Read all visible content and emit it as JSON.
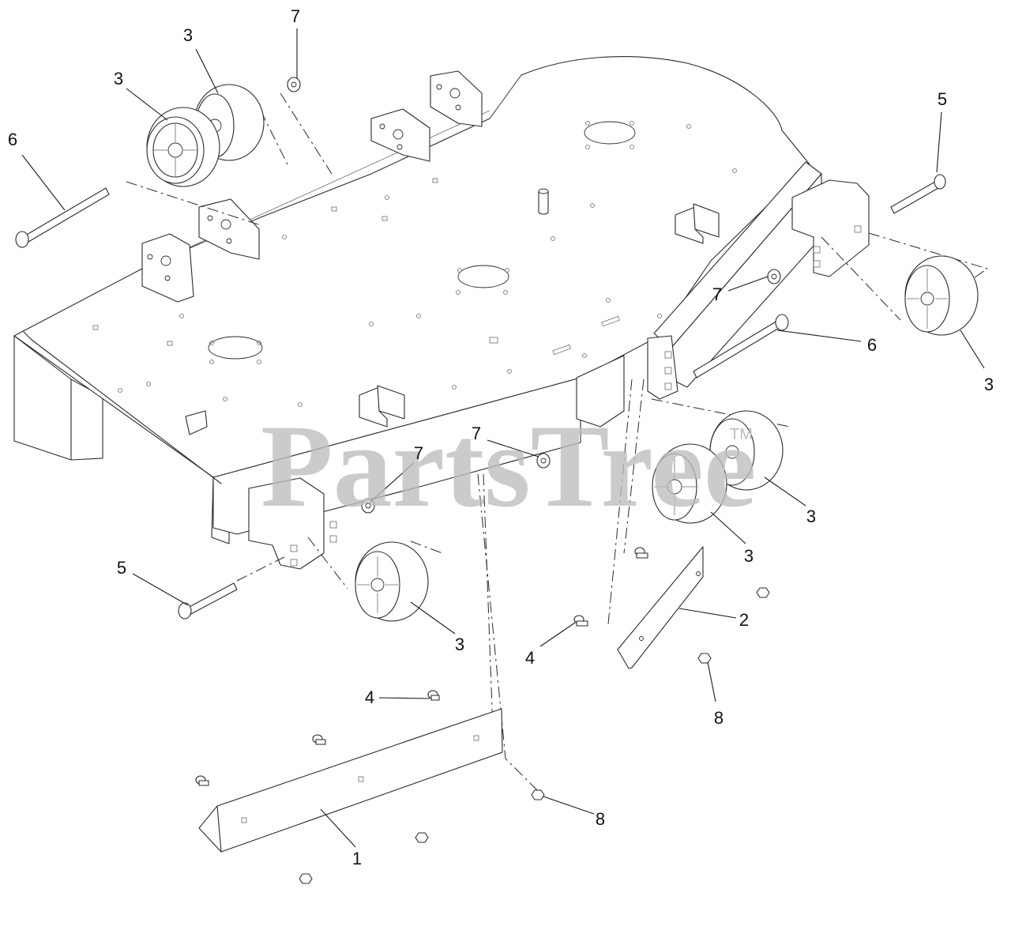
{
  "watermark": {
    "text": "PartsTree",
    "trademark": "TM"
  },
  "callouts": [
    {
      "id": "c-3-a",
      "label": "3"
    },
    {
      "id": "c-3-b",
      "label": "3"
    },
    {
      "id": "c-7-a",
      "label": "7"
    },
    {
      "id": "c-6-a",
      "label": "6"
    },
    {
      "id": "c-5-a",
      "label": "5"
    },
    {
      "id": "c-7-b",
      "label": "7"
    },
    {
      "id": "c-6-b",
      "label": "6"
    },
    {
      "id": "c-3-c",
      "label": "3"
    },
    {
      "id": "c-7-c",
      "label": "7"
    },
    {
      "id": "c-7-d",
      "label": "7"
    },
    {
      "id": "c-3-d",
      "label": "3"
    },
    {
      "id": "c-3-e",
      "label": "3"
    },
    {
      "id": "c-5-b",
      "label": "5"
    },
    {
      "id": "c-3-f",
      "label": "3"
    },
    {
      "id": "c-2",
      "label": "2"
    },
    {
      "id": "c-4-a",
      "label": "4"
    },
    {
      "id": "c-4-b",
      "label": "4"
    },
    {
      "id": "c-8-a",
      "label": "8"
    },
    {
      "id": "c-8-b",
      "label": "8"
    },
    {
      "id": "c-1",
      "label": "1"
    }
  ]
}
